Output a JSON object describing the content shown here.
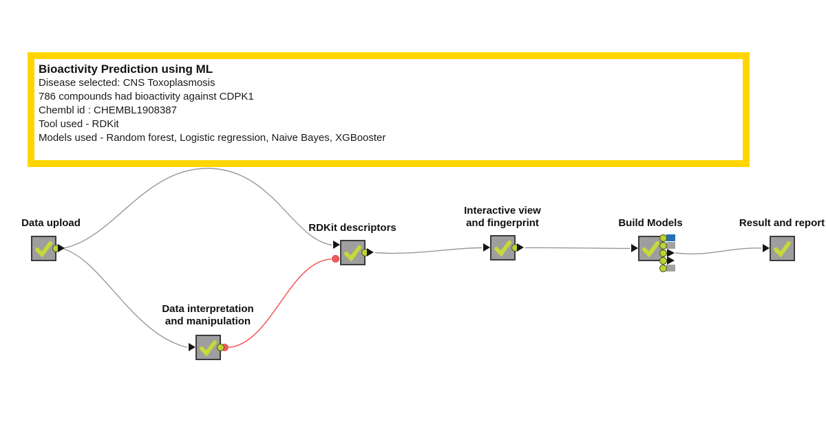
{
  "annotation": {
    "title": "Bioactivity Prediction using ML",
    "lines": [
      "Disease selected: CNS Toxoplasmosis",
      "786 compounds had bioactivity against CDPK1",
      "Chembl id : CHEMBL1908387",
      "Tool used - RDKit",
      "Models used - Random forest, Logistic regression, Naive Bayes, XGBooster"
    ],
    "border_color": "#FFD500"
  },
  "colors": {
    "node_fill": "#9E9E9E",
    "node_border": "#3B3B3B",
    "check_mark": "#C6D83B",
    "port_dot_lime": "#BBD335",
    "wire_gray": "#999999",
    "wire_red": "#F15B5B",
    "port_square_blue": "#2272B5",
    "port_square_gray": "#A2A2A2",
    "port_triangle_black": "#151515"
  },
  "nodes": [
    {
      "id": "data-upload",
      "label": "Data upload",
      "status": "executed"
    },
    {
      "id": "data-interpretation",
      "label_line1": "Data interpretation",
      "label_line2": "and manipulation",
      "status": "executed"
    },
    {
      "id": "rdkit-descriptors",
      "label": "RDKit descriptors",
      "status": "executed"
    },
    {
      "id": "interactive-view",
      "label_line1": "Interactive view",
      "label_line2": "and fingerprint",
      "status": "executed"
    },
    {
      "id": "build-models",
      "label": "Build Models",
      "status": "executed"
    },
    {
      "id": "result-and-report",
      "label": "Result and report",
      "status": "executed"
    }
  ],
  "wires": [
    {
      "from": "data-upload",
      "to": "rdkit-descriptors",
      "style": "gray"
    },
    {
      "from": "data-upload",
      "to": "data-interpretation",
      "style": "gray"
    },
    {
      "from": "data-interpretation",
      "to": "rdkit-descriptors",
      "style": "red"
    },
    {
      "from": "rdkit-descriptors",
      "to": "interactive-view",
      "style": "gray"
    },
    {
      "from": "interactive-view",
      "to": "build-models",
      "style": "gray"
    },
    {
      "from": "build-models",
      "to": "result-and-report",
      "style": "gray"
    }
  ]
}
